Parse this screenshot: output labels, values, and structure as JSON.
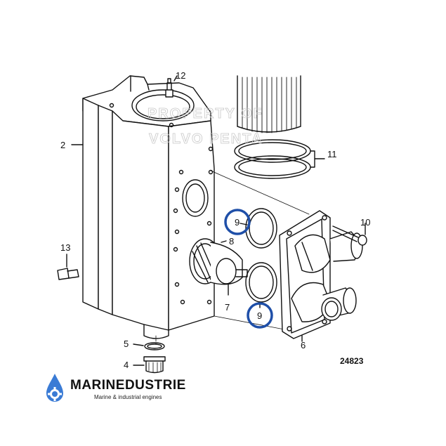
{
  "diagram": {
    "callouts": {
      "c2": "2",
      "c4": "4",
      "c5": "5",
      "c6": "6",
      "c7": "7",
      "c8": "8",
      "c9a": "9",
      "c9b": "9",
      "c10": "10",
      "c11": "11",
      "c12": "12",
      "c13": "13"
    },
    "figure_number": "24823",
    "watermark": [
      "PROPERTY OF",
      "VOLVO PENTA"
    ],
    "highlight_color": "#1f4fa8"
  },
  "brand": {
    "name": "MARINEDUSTRIE",
    "tagline": "Marine & industrial engines",
    "logo_icon": "water-drop-gear-icon",
    "logo_color": "#3a7bd5"
  }
}
